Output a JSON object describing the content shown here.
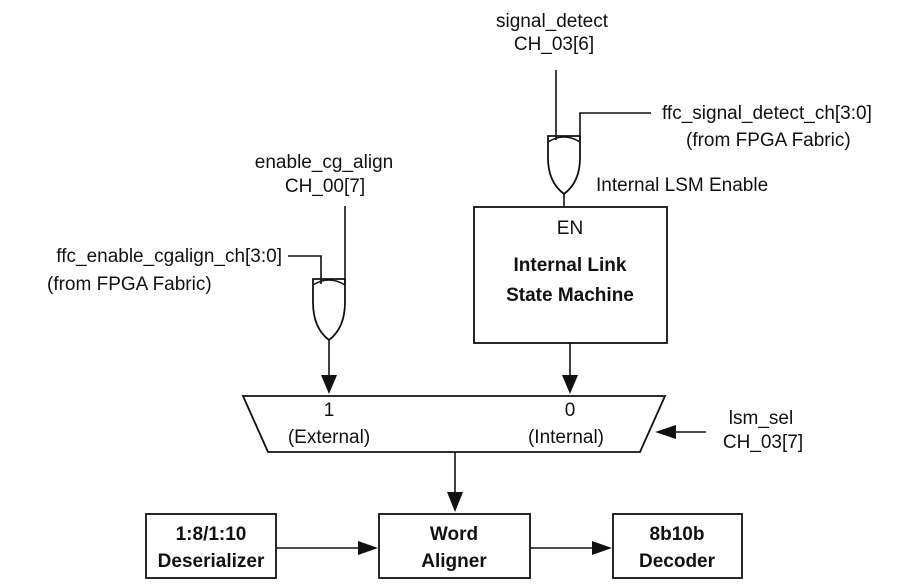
{
  "signals": {
    "signal_detect": {
      "name": "signal_detect",
      "register": "CH_03[6]"
    },
    "ffc_signal_detect": {
      "name": "ffc_signal_detect_ch[3:0]",
      "source": "(from FPGA Fabric)"
    },
    "enable_cg_align": {
      "name": "enable_cg_align",
      "register": "CH_00[7]"
    },
    "ffc_enable_cgalign": {
      "name": "ffc_enable_cgalign_ch[3:0]",
      "source": "(from FPGA Fabric)"
    },
    "internal_lsm_enable": {
      "name": "Internal LSM Enable"
    },
    "lsm_sel": {
      "name": "lsm_sel",
      "register": "CH_03[7]"
    }
  },
  "lsm_block": {
    "enable_port": "EN",
    "title_line1": "Internal Link",
    "title_line2": "State Machine"
  },
  "mux": {
    "input1_value": "1",
    "input1_label": "(External)",
    "input0_value": "0",
    "input0_label": "(Internal)"
  },
  "blocks": {
    "deserializer": {
      "line1": "1:8/1:10",
      "line2": "Deserializer"
    },
    "word_aligner": {
      "line1": "Word",
      "line2": "Aligner"
    },
    "decoder": {
      "line1": "8b10b",
      "line2": "Decoder"
    }
  }
}
